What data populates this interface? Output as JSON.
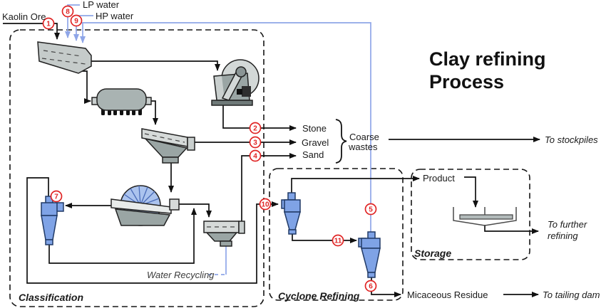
{
  "title": {
    "line1": "Clay refining",
    "line2": "Process"
  },
  "sections": {
    "classification": "Classification",
    "cyclone_refining": "Cyclone Refining",
    "storage": "Storage"
  },
  "streams": {
    "kaolin_ore": "Kaolin Ore",
    "lp_water": "LP water",
    "hp_water": "HP water",
    "stone": "Stone",
    "gravel": "Gravel",
    "sand": "Sand",
    "coarse_wastes_line1": "Coarse",
    "coarse_wastes_line2": "wastes",
    "to_stockpiles": "To stockpiles",
    "product": "Product",
    "to_further_refining_line1": "To further",
    "to_further_refining_line2": "refining",
    "micaceous_residue": "Micaceous Residue",
    "to_tailing_dam": "To tailing dam",
    "water_recycling": "Water Recycling"
  },
  "badges": {
    "1": "1",
    "2": "2",
    "3": "3",
    "4": "4",
    "5": "5",
    "6": "6",
    "7": "7",
    "8": "8",
    "9": "9",
    "10": "10",
    "11": "11"
  },
  "colors": {
    "line": "#1a1a1a",
    "water_line": "#8fa6e8",
    "badge_red": "#e02424",
    "equipment_gray": "#b9c2c2",
    "cyclone_blue": "#7fa3e6"
  }
}
